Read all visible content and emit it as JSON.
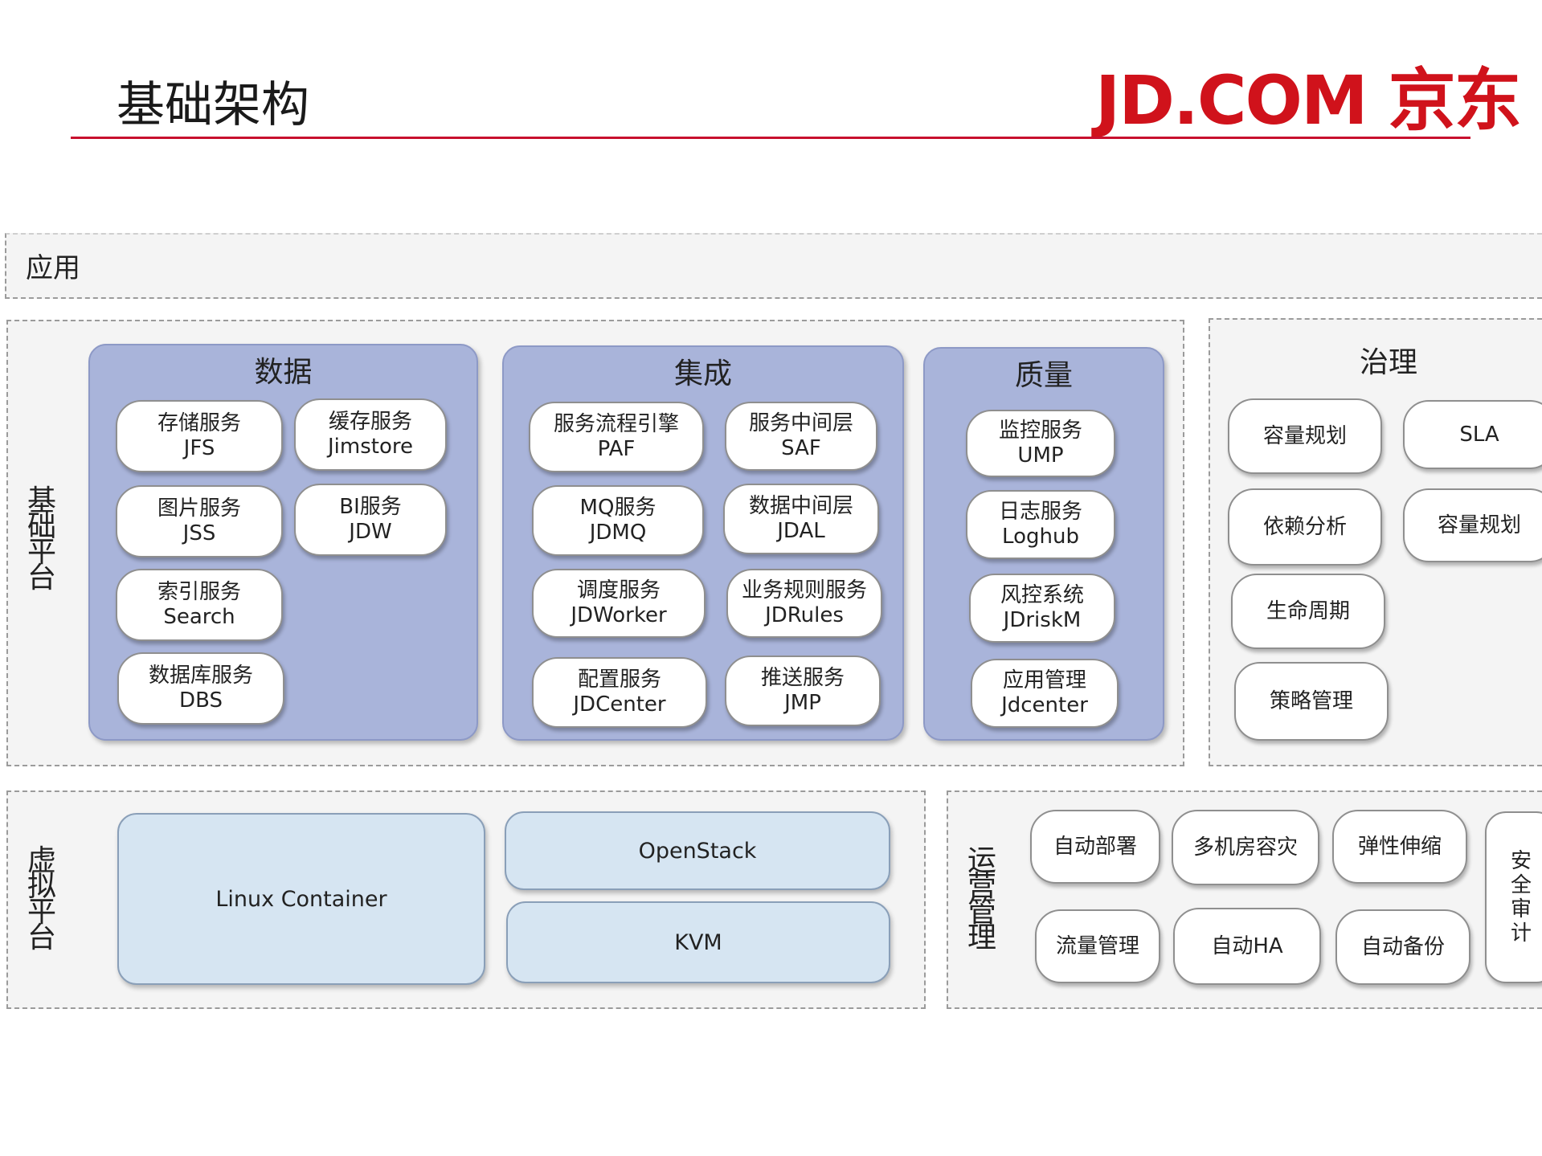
{
  "header": {
    "title": "基础架构",
    "logo_text": "JD.COM 京东",
    "accent": "#c8102e"
  },
  "app_band": {
    "label": "应用"
  },
  "base_platform": {
    "label": "基础平台",
    "data": {
      "title": "数据",
      "items": [
        {
          "name": "存储服务",
          "code": "JFS"
        },
        {
          "name": "缓存服务",
          "code": "Jimstore"
        },
        {
          "name": "图片服务",
          "code": "JSS"
        },
        {
          "name": "BI服务",
          "code": "JDW"
        },
        {
          "name": "索引服务",
          "code": "Search"
        },
        {
          "name": "数据库服务",
          "code": "DBS"
        }
      ]
    },
    "integration": {
      "title": "集成",
      "items": [
        {
          "name": "服务流程引擎",
          "code": "PAF"
        },
        {
          "name": "服务中间层",
          "code": "SAF"
        },
        {
          "name": "MQ服务",
          "code": "JDMQ"
        },
        {
          "name": "数据中间层",
          "code": "JDAL"
        },
        {
          "name": "调度服务",
          "code": "JDWorker"
        },
        {
          "name": "业务规则服务",
          "code": "JDRules"
        },
        {
          "name": "配置服务",
          "code": "JDCenter"
        },
        {
          "name": "推送服务",
          "code": "JMP"
        }
      ]
    },
    "quality": {
      "title": "质量",
      "items": [
        {
          "name": "监控服务",
          "code": "UMP"
        },
        {
          "name": "日志服务",
          "code": "Loghub"
        },
        {
          "name": "风控系统",
          "code": "JDriskM"
        },
        {
          "name": "应用管理",
          "code": "Jdcenter"
        }
      ]
    }
  },
  "governance": {
    "title": "治理",
    "items": [
      "容量规划",
      "SLA",
      "依赖分析",
      "容量规划",
      "生命周期",
      "策略管理"
    ]
  },
  "virtual_platform": {
    "label": "虚拟平台",
    "linux_container": "Linux Container",
    "openstack": "OpenStack",
    "kvm": "KVM"
  },
  "operations": {
    "label": "运营管理",
    "items": [
      "自动部署",
      "多机房容灾",
      "弹性伸缩",
      "流量管理",
      "自动HA",
      "自动备份"
    ],
    "security_audit": "安全审计"
  }
}
